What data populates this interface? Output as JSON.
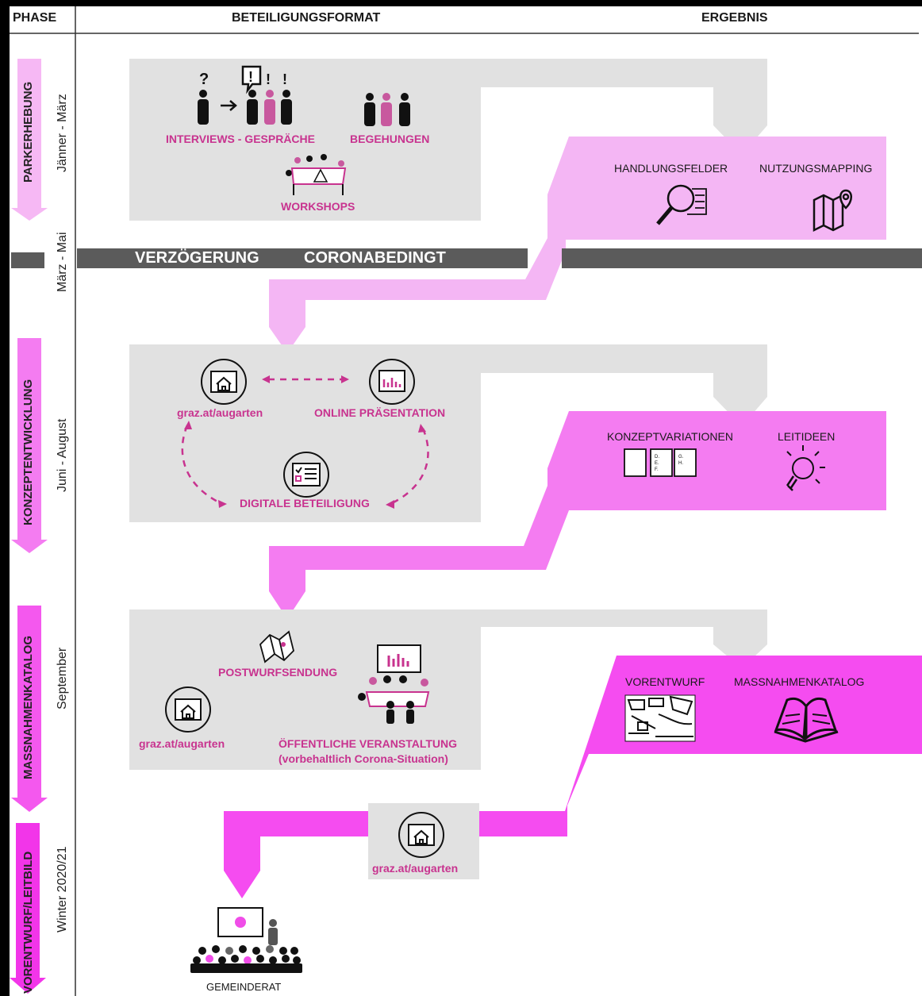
{
  "headers": {
    "phase": "PHASE",
    "format": "BETEILIGUNGSFORMAT",
    "result": "ERGEBNIS"
  },
  "phases": [
    {
      "name": "PARKERHEBUNG",
      "time": "Jänner - März"
    },
    {
      "name": "KONZEPTENTWICKLUNG",
      "time": "Juni - August"
    },
    {
      "name": "MASSNAHMENKATALOG",
      "time": "September"
    },
    {
      "name": "VORENTWURF/LEITBILD",
      "time": "Winter 2020/21"
    }
  ],
  "delay": {
    "time": "März - Mai",
    "label1": "VERZÖGERUNG",
    "label2": "CORONABEDINGT"
  },
  "formats": {
    "interviews": "INTERVIEWS - GESPRÄCHE",
    "begehungen": "BEGEHUNGEN",
    "workshops": "WORKSHOPS",
    "website1": "graz.at/augarten",
    "online": "ONLINE PRÄSENTATION",
    "digital": "DIGITALE BETEILIGUNG",
    "postwurf": "POSTWURFSENDUNG",
    "website2": "graz.at/augarten",
    "event_line1": "ÖFFENTLICHE VERANSTALTUNG",
    "event_line2": "(vorbehaltlich Corona-Situation)",
    "website3": "graz.at/augarten",
    "gemeinderat": "GEMEINDERAT"
  },
  "results": {
    "handlungsfelder": "HANDLUNGSFELDER",
    "nutzungsmapping": "NUTZUNGSMAPPING",
    "konzeptvariationen": "KONZEPTVARIATIONEN",
    "leitideen": "LEITIDEEN",
    "vorentwurf": "VORENTWURF",
    "massnahmenkatalog": "MASSNAHMENKATALOG"
  },
  "colors": {
    "grey": "#e1e1e1",
    "pink_light": "#f4b6f4",
    "pink_mid": "#f57cf3",
    "pink_strong": "#f54cf0",
    "label_pink": "#c8338f",
    "delay_bar": "#5b5b5b"
  }
}
